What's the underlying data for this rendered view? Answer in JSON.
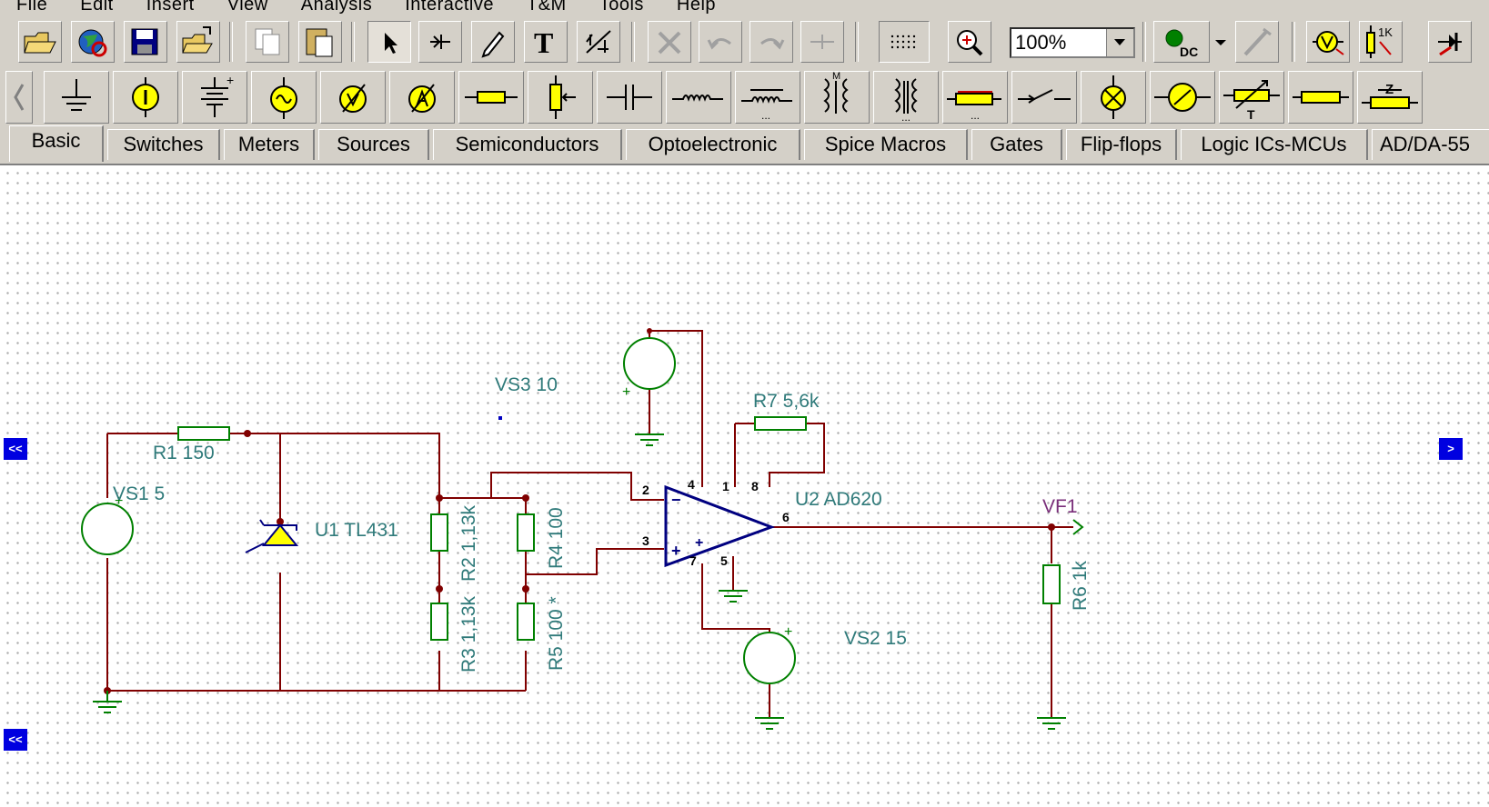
{
  "menu": [
    "File",
    "Edit",
    "Insert",
    "View",
    "Analysis",
    "Interactive",
    "T&M",
    "Tools",
    "Help"
  ],
  "toolbar": {
    "zoom_value": "100%",
    "icons": [
      "open-folder-icon",
      "globe-icon",
      "save-icon",
      "open-icon",
      "copy-icon",
      "paste-icon",
      "pointer-icon",
      "wire-icon",
      "pencil-icon",
      "text-icon",
      "label-icon",
      "delete-icon",
      "undo-icon",
      "redo-icon",
      "junction-icon",
      "grid-icon",
      "zoom-icon",
      "dc-analysis-icon",
      "probe-icon",
      "meter-icon",
      "component-param-icon",
      "marker-icon"
    ]
  },
  "component_toolbar": {
    "icons": [
      "ground-icon",
      "current-source-icon",
      "battery-icon",
      "voltmeter-icon",
      "voltmeter-icon",
      "ammeter-icon",
      "resistor-icon",
      "potentiometer-icon",
      "capacitor-icon",
      "inductor-icon",
      "core-inductor-icon",
      "transformer-icon",
      "transformer-core-icon",
      "resistor-bus-icon",
      "switch-icon",
      "lamp-icon",
      "motor-icon",
      "variable-resistor-icon",
      "fuse-icon",
      "impedance-icon"
    ]
  },
  "tabs": [
    "Basic",
    "Switches",
    "Meters",
    "Sources",
    "Semiconductors",
    "Optoelectronic",
    "Spice Macros",
    "Gates",
    "Flip-flops",
    "Logic ICs-MCUs",
    "AD/DA-55"
  ],
  "active_tab": "Basic",
  "schematic": {
    "labels": {
      "r1": "R1 150",
      "vs1": "VS1 5",
      "u1": "U1 TL431",
      "r2": "R2 1,13k",
      "r3": "R3 1,13k",
      "r4": "R4 100",
      "r5": "R5 100 *",
      "vs3": "VS3 10",
      "r7": "R7 5,6k",
      "u2": "U2 AD620",
      "vf1": "VF1",
      "r6": "R6 1k",
      "vs2": "VS2 15"
    },
    "pins": {
      "p2": "2",
      "p3": "3",
      "p1": "1",
      "p8": "8",
      "p6": "6",
      "p4": "4",
      "p7": "7",
      "p5": "5",
      "minus": "−",
      "plus": "+",
      "plus2": "+"
    },
    "wire_color": "#800000",
    "component_color": "#008000",
    "opamp_color": "#000080"
  },
  "nav": {
    "left_label": "<<",
    "right_label": ">",
    "left_bottom_label": "<<"
  }
}
